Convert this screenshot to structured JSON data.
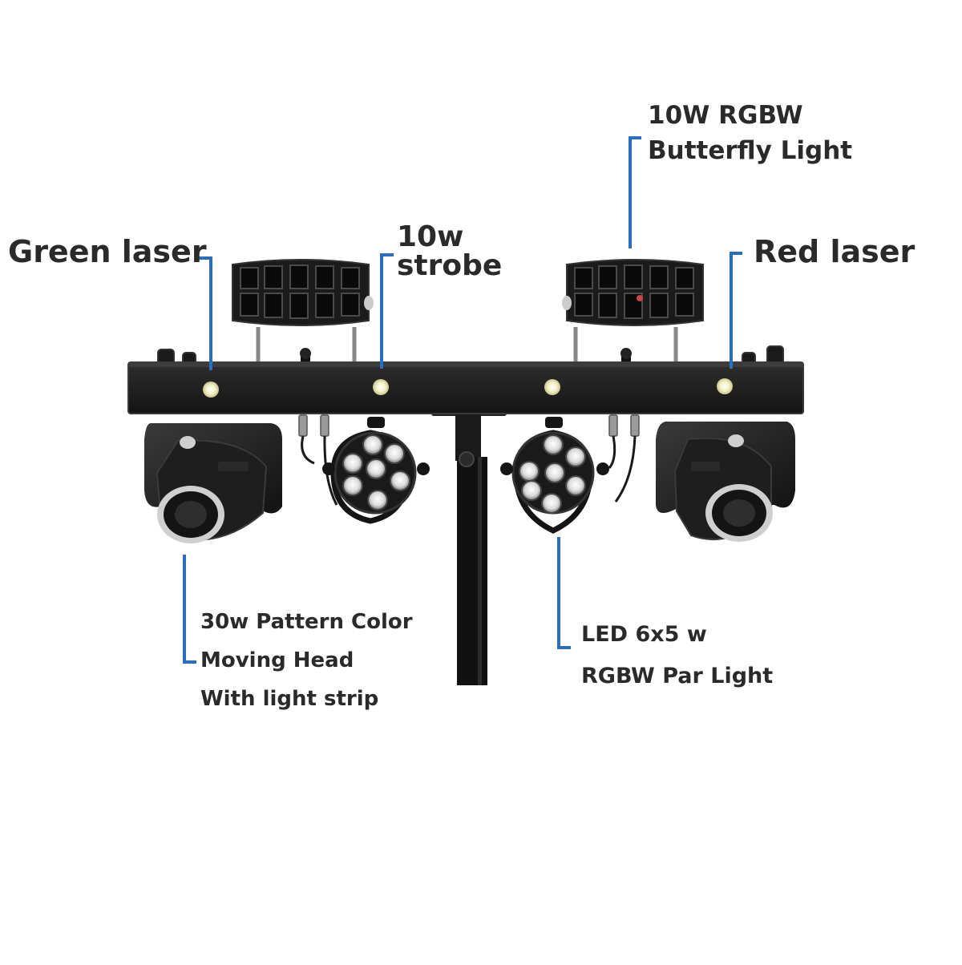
{
  "labels": {
    "green_laser": "Green laser",
    "strobe": {
      "line1": "10w",
      "line2": "strobe"
    },
    "butterfly": {
      "line1": "10W RGBW",
      "line2": "Butterfly Light"
    },
    "red_laser": "Red laser",
    "moving_head": {
      "line1": "30w Pattern Color",
      "line2": "Moving Head",
      "line3": "With light strip"
    },
    "par_light": {
      "line1": "LED 6x5 w",
      "line2": "RGBW Par Light"
    }
  },
  "colors": {
    "background": "#ffffff",
    "fixture_body": "#1c1c1c",
    "leader_line": "#2a6fbd",
    "label_text": "#2a2a2a",
    "led_glow": "#f4f1c8"
  }
}
